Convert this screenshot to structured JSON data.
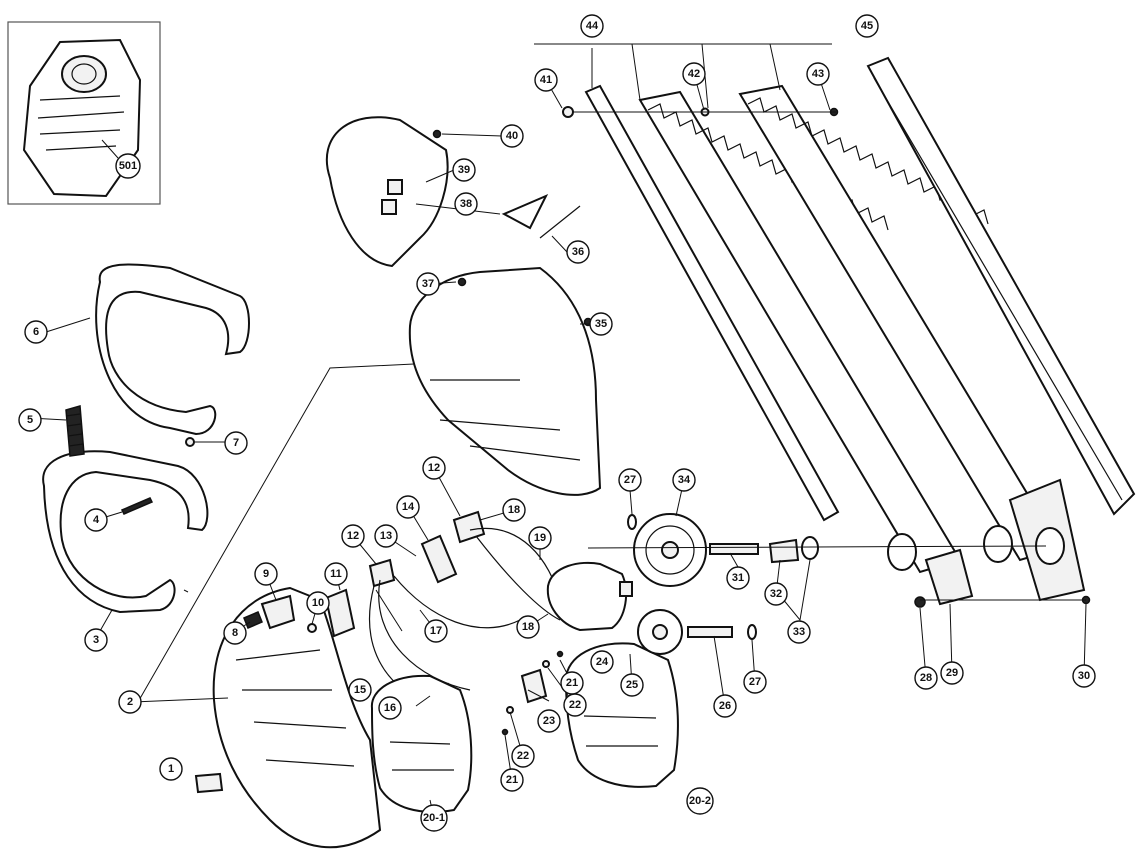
{
  "callouts": [
    {
      "label": "1"
    },
    {
      "label": "2"
    },
    {
      "label": "3"
    },
    {
      "label": "4"
    },
    {
      "label": "5"
    },
    {
      "label": "6"
    },
    {
      "label": "7"
    },
    {
      "label": "8"
    },
    {
      "label": "9"
    },
    {
      "label": "10"
    },
    {
      "label": "11"
    },
    {
      "label": "12"
    },
    {
      "label": "12"
    },
    {
      "label": "13"
    },
    {
      "label": "14"
    },
    {
      "label": "15"
    },
    {
      "label": "16"
    },
    {
      "label": "17"
    },
    {
      "label": "18"
    },
    {
      "label": "18"
    },
    {
      "label": "19"
    },
    {
      "label": "20-1"
    },
    {
      "label": "20-2"
    },
    {
      "label": "21"
    },
    {
      "label": "21"
    },
    {
      "label": "22"
    },
    {
      "label": "22"
    },
    {
      "label": "23"
    },
    {
      "label": "24"
    },
    {
      "label": "25"
    },
    {
      "label": "26"
    },
    {
      "label": "27"
    },
    {
      "label": "27"
    },
    {
      "label": "28"
    },
    {
      "label": "29"
    },
    {
      "label": "30"
    },
    {
      "label": "31"
    },
    {
      "label": "32"
    },
    {
      "label": "33"
    },
    {
      "label": "34"
    },
    {
      "label": "35"
    },
    {
      "label": "36"
    },
    {
      "label": "37"
    },
    {
      "label": "38"
    },
    {
      "label": "39"
    },
    {
      "label": "40"
    },
    {
      "label": "41"
    },
    {
      "label": "42"
    },
    {
      "label": "43"
    },
    {
      "label": "44"
    },
    {
      "label": "45"
    },
    {
      "label": "501"
    }
  ]
}
